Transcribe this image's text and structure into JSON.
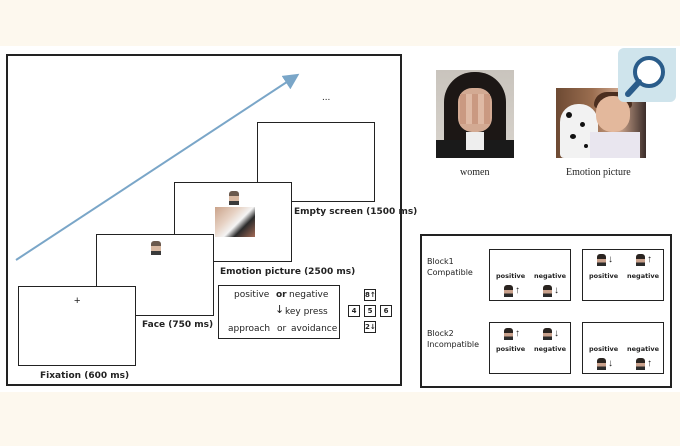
{
  "diagram": {
    "ellipsis": "...",
    "fixation": {
      "symbol": "+",
      "label": "Fixation (600 ms)"
    },
    "face": {
      "label": "Face (750 ms)"
    },
    "emotion": {
      "label": "Emotion picture (2500 ms)"
    },
    "empty": {
      "label": "Empty screen (1500 ms)"
    },
    "response": {
      "positive": "positive",
      "or1": "or",
      "negative": "negative",
      "arrow": "↓",
      "keypress": "key press",
      "approach": "approach",
      "or2": "or",
      "avoidance": "avoidance"
    },
    "keypad": {
      "up": "8↑",
      "left": "4",
      "center": "5",
      "right": "6",
      "down": "2↓"
    },
    "arrow_color": "#7aa6c8"
  },
  "stimuli": {
    "women_caption": "women",
    "emotion_caption": "Emotion picture"
  },
  "blocks": {
    "block1": {
      "name": "Block1",
      "type": "Compatible"
    },
    "block2": {
      "name": "Block2",
      "type": "Incompatible"
    },
    "words": {
      "positive": "positive",
      "negative": "negative"
    },
    "arrows": {
      "up": "↑",
      "down": "↓"
    }
  },
  "zoom_icon": "magnifier-icon"
}
